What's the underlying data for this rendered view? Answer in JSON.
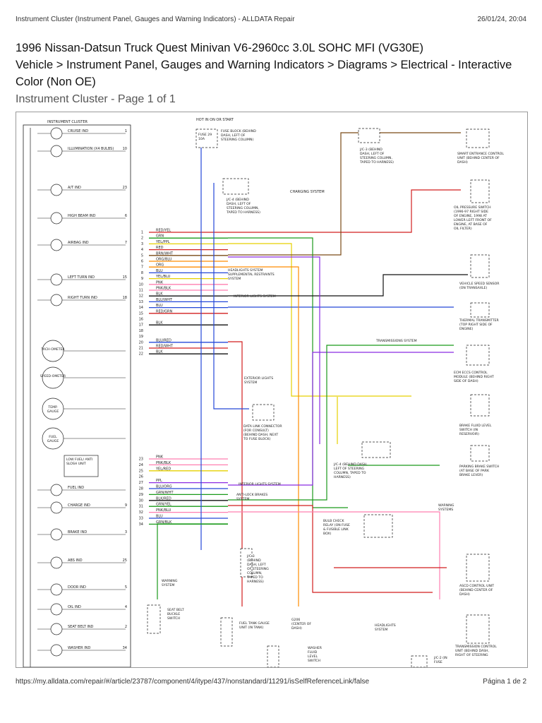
{
  "header": {
    "page_title": "Instrument Cluster (Instrument Panel, Gauges and Warning Indicators) - ALLDATA Repair",
    "datetime": "26/01/24, 20:04"
  },
  "document": {
    "heading": "1996 Nissan-Datsun Truck Quest Minivan V6-2960cc 3.0L SOHC MFI (VG30E)",
    "breadcrumb": "Vehicle > Instrument Panel, Gauges and Warning Indicators > Diagrams > Electrical - Interactive Color (Non OE)",
    "subtitle": "Instrument Cluster - Page 1 of 1"
  },
  "diagram": {
    "cluster_title": "INSTRUMENT CLUSTER",
    "indicators": [
      {
        "label": "CRUISE IND",
        "pin": "1"
      },
      {
        "label": "ILLUMINATION (X4 BULBS)",
        "pin": "10"
      },
      {
        "label": "A/T IND",
        "pin": "23"
      },
      {
        "label": "HIGH BEAM IND",
        "pin": "6"
      },
      {
        "label": "AIRBAG IND",
        "pin": "7"
      },
      {
        "label": "LEFT TURN IND",
        "pin": "15"
      },
      {
        "label": "RIGHT TURN IND",
        "pin": "18"
      },
      {
        "label": "FUEL IND",
        "pin": ""
      },
      {
        "label": "CHARGE IND",
        "pin": "9"
      },
      {
        "label": "BRAKE IND",
        "pin": "3"
      },
      {
        "label": "ABS IND",
        "pin": "25"
      },
      {
        "label": "DOOR IND",
        "pin": "5"
      },
      {
        "label": "OIL IND",
        "pin": "4"
      },
      {
        "label": "SEAT BELT IND",
        "pin": "2"
      },
      {
        "label": "WASHER IND",
        "pin": "34"
      }
    ],
    "gauges": [
      "TACH-OMETER",
      "SPEED-OMETER",
      "TEMP. GAUGE",
      "FUEL GAUGE"
    ],
    "low_fuel_unit": "LOW FUEL/ ANTI SLOSH UNIT",
    "wires_top": [
      {
        "pin": "1",
        "color": "RED/YEL"
      },
      {
        "pin": "2",
        "color": "GRN"
      },
      {
        "pin": "3",
        "color": "YEL/PPL"
      },
      {
        "pin": "4",
        "color": "RED"
      },
      {
        "pin": "5",
        "color": "BRN/WHT"
      },
      {
        "pin": "6",
        "color": "ORG/BLU"
      },
      {
        "pin": "7",
        "color": "ORG"
      },
      {
        "pin": "8",
        "color": "BLU"
      },
      {
        "pin": "9",
        "color": "YEL/BLU"
      },
      {
        "pin": "10",
        "color": "PNK"
      },
      {
        "pin": "11",
        "color": "PNK/BLK"
      },
      {
        "pin": "12",
        "color": "BLK"
      },
      {
        "pin": "13",
        "color": "BLU/WHT"
      },
      {
        "pin": "14",
        "color": "BLU"
      },
      {
        "pin": "15",
        "color": "RED/GRN"
      },
      {
        "pin": "16",
        "color": ""
      },
      {
        "pin": "17",
        "color": "BLK"
      },
      {
        "pin": "18",
        "color": ""
      },
      {
        "pin": "19",
        "color": ""
      },
      {
        "pin": "20",
        "color": "BLU/RED"
      },
      {
        "pin": "21",
        "color": "RED/WHT"
      },
      {
        "pin": "22",
        "color": "BLK"
      }
    ],
    "wires_bottom": [
      {
        "pin": "23",
        "color": "PNK"
      },
      {
        "pin": "24",
        "color": "PNK/BLK"
      },
      {
        "pin": "25",
        "color": "YEL/RED"
      },
      {
        "pin": "26",
        "color": ""
      },
      {
        "pin": "27",
        "color": "PPL"
      },
      {
        "pin": "28",
        "color": "BLU/ORG"
      },
      {
        "pin": "29",
        "color": "GRN/WHT"
      },
      {
        "pin": "30",
        "color": "BLK/RED"
      },
      {
        "pin": "31",
        "color": "GRN/YEL"
      },
      {
        "pin": "32",
        "color": "PNK/BLU"
      },
      {
        "pin": "33",
        "color": "BLU"
      },
      {
        "pin": "34",
        "color": "GRN/BLK"
      }
    ],
    "components": {
      "hot_in_on": "HOT IN ON OR START",
      "fuse": "FUSE 29 10A",
      "fuse_block": "FUSE BLOCK (BEHIND DASH, LEFT OF STEERING COLUMN)",
      "jc4_top": "J/C-4 (BEHIND DASH, LEFT OF STEERING COLUMN, TAPED TO HARNESS)",
      "charging_system": "CHARGING SYSTEM",
      "headlights_system": "HEADLIGHTS SYSTEM",
      "supplemental": "SUPPLEMENTAL RESTRAINTS SYSTEM",
      "interior_lights": "INTERIOR LIGHTS SYSTEM",
      "transmissions": "TRANSMISSIONS SYSTEM",
      "exterior_lights": "EXTERIOR LIGHTS SYSTEM",
      "data_link": "DATA LINK CONNECTOR (FOR CONSULT) (BEHIND DASH, NEXT TO FUSE BLOCK)",
      "interior_lights_2": "INTERIOR LIGHTS SYSTEM",
      "anti_lock": "ANTI-LOCK BRAKES SYSTEM",
      "jc3_top": "J/C-3 (BEHIND DASH, LEFT OF STEERING COLUMN, TAPED TO HARNESS)",
      "smart_entrance": "SMART ENTRANCE CONTROL UNIT (BEHIND CENTER OF DASH)",
      "oil_pressure": "OIL PRESSURE SWITCH (1996-97 RIGHT SIDE OF ENGINE, 1998 AT LOWER LEFT FRONT OF ENGINE, AT BASE OF OIL FILTER)",
      "vss": "VEHICLE SPEED SENSOR (ON TRANSAXLE)",
      "thermal": "THERMAL TRANSMITTER (TOP RIGHT SIDE OF ENGINE)",
      "ecm": "ECM ECCS CONTROL MODULE (BEHIND RIGHT SIDE OF DASH)",
      "brake_fluid": "BRAKE FLUID LEVEL SWITCH (IN RESERVOIR)",
      "parking_brake": "PARKING BRAKE SWITCH (AT BASE OF PARK BRAKE LEVER)",
      "jc4_mid": "J/C-4 (BEHIND DASH, LEFT OF STEERING COLUMN, TAPED TO HARNESS)",
      "bulb_check": "BULB CHECK RELAY (ON FUSE & FUSIBLE LINK BOX)",
      "warning_systems": "WARNING SYSTEMS",
      "ascd": "ASCD CONTROL UNIT (BEHIND CENTER OF DASH)",
      "trans_ctrl": "TRANSMISSION CONTROL UNIT (BEHIND DASH, RIGHT OF STEERING",
      "jc3_bottom": "J/C-3 (BEHIND DASH, LEFT OF STEERING COLUMN, TAPED TO HARNESS)",
      "warning_system": "WARNING SYSTEM",
      "seat_belt": "SEAT BELT BUCKLE SWITCH",
      "fuel_tank": "FUEL TANK GAUGE UNIT (IN TANK)",
      "g206": "G206 (CENTER OF DASH)",
      "washer": "WASHER FLUID LEVEL SWITCH",
      "headlights_2": "HEADLIGHTS SYSTEM",
      "jc2": "J/C-2 (IN FUSE"
    }
  },
  "footer": {
    "url": "https://my.alldata.com/repair/#/article/23787/component/4/itype/437/nonstandard/11291/isSelfReferenceLink/false",
    "page": "Página 1 de 2"
  }
}
